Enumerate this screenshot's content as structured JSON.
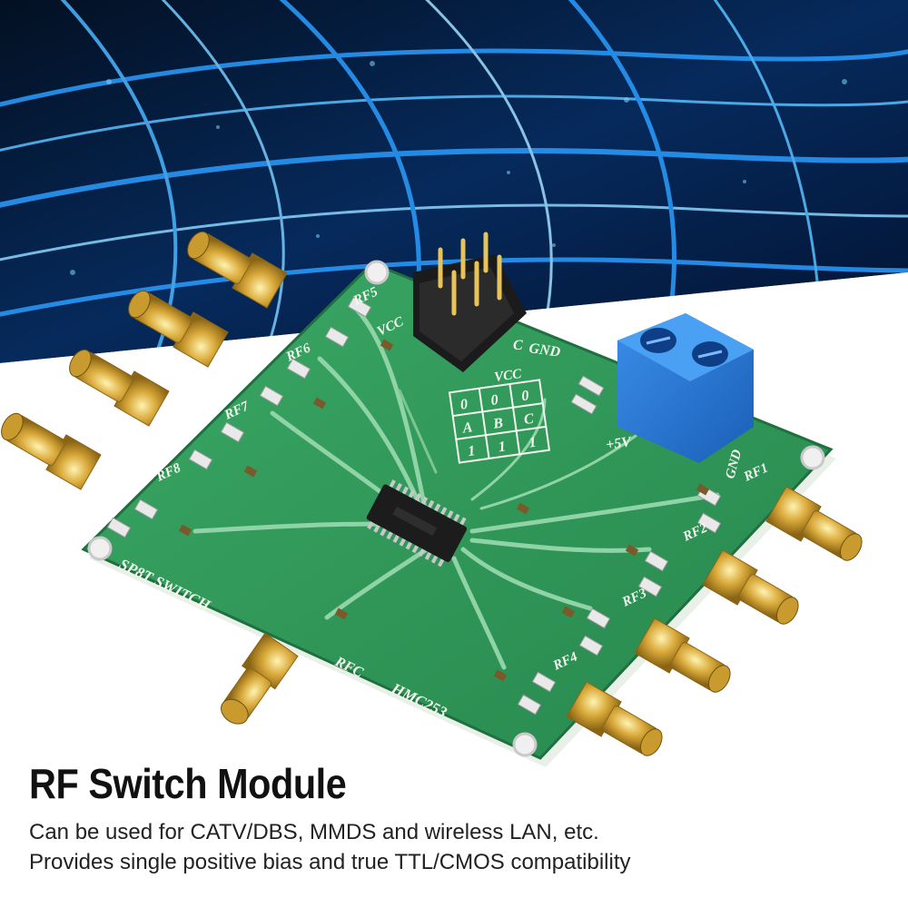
{
  "product": {
    "title": "RF Switch Module",
    "description_lines": [
      "Can be used for CATV/DBS, MMDS and wireless LAN, etc.",
      "Provides single positive bias and true TTL/CMOS compatibility"
    ]
  },
  "board": {
    "pcb_color": "#2f9a5a",
    "silkscreen": {
      "rf5": "RF5",
      "rf6": "RF6",
      "rf7": "RF7",
      "rf8": "RF8",
      "rf1": "RF1",
      "rf2": "RF2",
      "rf3": "RF3",
      "rf4": "RF4",
      "vcc_top": "VCC",
      "c": "C",
      "gnd_top": "GND",
      "vcc_table": "VCC",
      "truth_row1": [
        "0",
        "0",
        "0"
      ],
      "truth_row2": [
        "A",
        "B",
        "C"
      ],
      "truth_row3": [
        "1",
        "1",
        "1"
      ],
      "plus5v": "+5V",
      "gnd_right": "GND",
      "model": "SP8T SWITCH",
      "rfc": "RFC",
      "chip": "HMC253"
    }
  },
  "background": {
    "theme": "blue fiber optic light streaks",
    "accent": "#1e8cff"
  }
}
